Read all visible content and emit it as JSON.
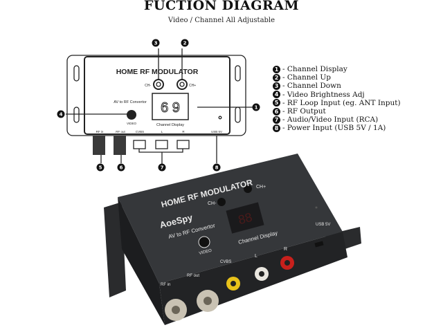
{
  "header": {
    "title": "FUCTION DIAGRAM",
    "subtitle": "Video / Channel All Adjustable"
  },
  "diagram": {
    "device_title": "HOME RF MODULATOR",
    "ch_minus": "CH-",
    "ch_plus": "CH+",
    "converter_label": "AV to RF Convertor",
    "video_label": "VIDEO",
    "display_digits": "6 9",
    "display_label": "Channel Display",
    "ports": {
      "rf_in": "RF in",
      "rf_out": "RF out",
      "cvbs": "CVBS",
      "l": "L",
      "r": "R",
      "usb": "USB 5V"
    },
    "markers": [
      "1",
      "2",
      "3",
      "4",
      "5",
      "6",
      "7",
      "8"
    ]
  },
  "legend": [
    {
      "num": "1",
      "text": "- Channel Display"
    },
    {
      "num": "2",
      "text": "- Channel Up"
    },
    {
      "num": "3",
      "text": "- Channel Down"
    },
    {
      "num": "4",
      "text": "- Video Brightness Adj"
    },
    {
      "num": "5",
      "text": "- RF Loop Input (eg. ANT Input)"
    },
    {
      "num": "6",
      "text": "- RF Output"
    },
    {
      "num": "7",
      "text": "- Audio/Video Input (RCA)"
    },
    {
      "num": "8",
      "text": "- Power Input (USB 5V / 1A)"
    }
  ],
  "photo": {
    "device_title": "HOME RF MODULATOR",
    "brand": "AoeSpy",
    "converter_label": "AV to RF Convertor",
    "video_label": "VIDEO",
    "display_label": "Channel Display",
    "ch_minus": "CH-",
    "ch_plus": "CH+",
    "l": "L",
    "r": "R",
    "usb": "USB 5V",
    "cvbs": "CVBS",
    "rf_out": "RF out",
    "rf_in": "RF in",
    "colors": {
      "body": "#2b2c2e",
      "rca_video": "#e8c21a",
      "rca_left": "#e9e6df",
      "rca_right": "#c8201c"
    }
  }
}
